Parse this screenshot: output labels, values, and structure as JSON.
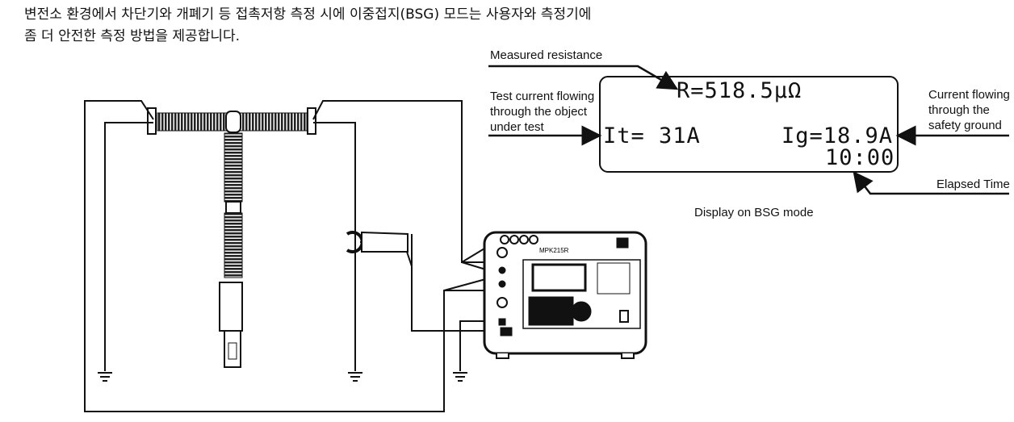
{
  "intro": {
    "line1": "변전소 환경에서 차단기와 개폐기 등 접촉저항 측정 시에 이중접지(BSG) 모드는 사용자와 측정기에",
    "line2": "좀 더 안전한 측정 방법을 제공합니다."
  },
  "display": {
    "resistance": "R=518.5μΩ",
    "test_current": "It= 31A",
    "ground_current": "Ig=18.9A",
    "elapsed": "10:00"
  },
  "labels": {
    "measured_resistance": "Measured resistance",
    "test_current_1": "Test current flowing",
    "test_current_2": "through the object",
    "test_current_3": "under test",
    "ground_current_1": "Current flowing",
    "ground_current_2": "through the",
    "ground_current_3": "safety ground",
    "elapsed_time": "Elapsed Time",
    "caption": "Display on BSG mode"
  },
  "instrument": {
    "model": "MPK215R"
  }
}
